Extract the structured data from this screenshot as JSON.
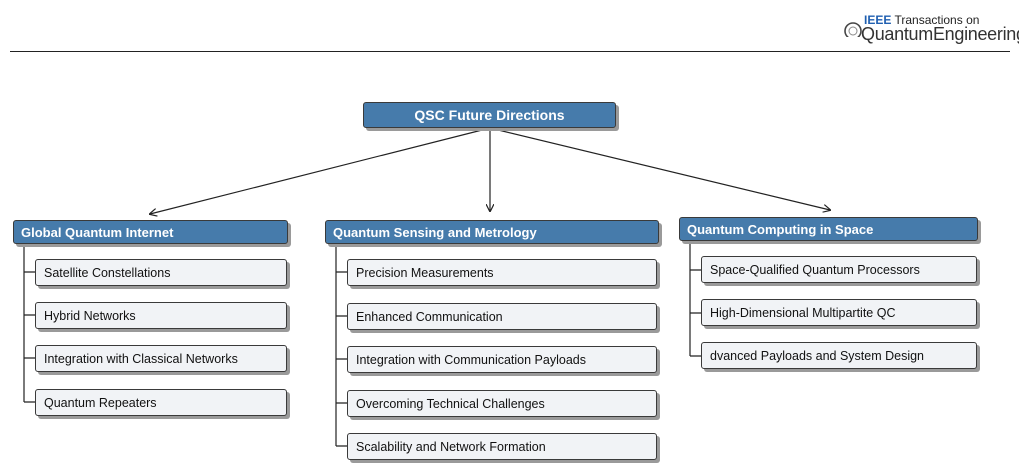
{
  "header": {
    "logo_brand": "IEEE",
    "logo_line1": "Transactions on",
    "logo_line2": "QuantumEngineering"
  },
  "diagram": {
    "root": "QSC Future Directions",
    "branches": [
      {
        "title": "Global Quantum Internet",
        "items": [
          "Satellite Constellations",
          "Hybrid Networks",
          "Integration with Classical Networks",
          "Quantum Repeaters"
        ]
      },
      {
        "title": "Quantum Sensing and Metrology",
        "items": [
          "Precision Measurements",
          "Enhanced Communication",
          "Integration with Communication Payloads",
          "Overcoming Technical Challenges",
          "Scalability and Network Formation"
        ]
      },
      {
        "title": "Quantum Computing in Space",
        "items": [
          "Space-Qualified Quantum Processors",
          "High-Dimensional Multipartite QC",
          "dvanced Payloads and System Design"
        ]
      }
    ]
  }
}
